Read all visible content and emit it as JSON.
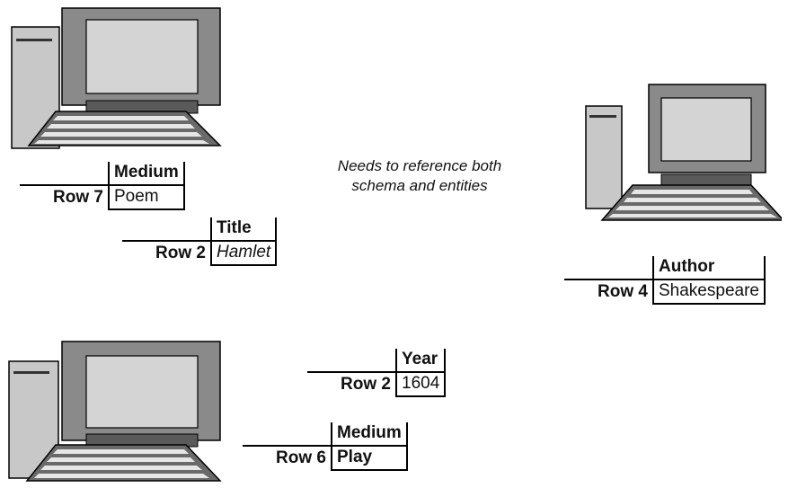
{
  "note": {
    "line1": "Needs to reference both",
    "line2": "schema and entities"
  },
  "fragments": {
    "medium_poem": {
      "row": "Row 7",
      "column": "Medium",
      "value": "Poem"
    },
    "title_hamlet": {
      "row": "Row 2",
      "column": "Title",
      "value": "Hamlet"
    },
    "author_shakespeare": {
      "row": "Row 4",
      "column": "Author",
      "value": "Shakespeare"
    },
    "year_1604": {
      "row": "Row 2",
      "column": "Year",
      "value": "1604"
    },
    "medium_play": {
      "row": "Row 6",
      "column": "Medium",
      "value": "Play"
    }
  },
  "icons": {
    "computer": "desktop-computer-icon"
  },
  "colors": {
    "tower": "#c8c8c8",
    "monitor": "#8a8a8a",
    "screen": "#d4d4d4",
    "keyboard": "#6a6a6a",
    "keys": "#e6e6e6",
    "outline": "#000000"
  }
}
